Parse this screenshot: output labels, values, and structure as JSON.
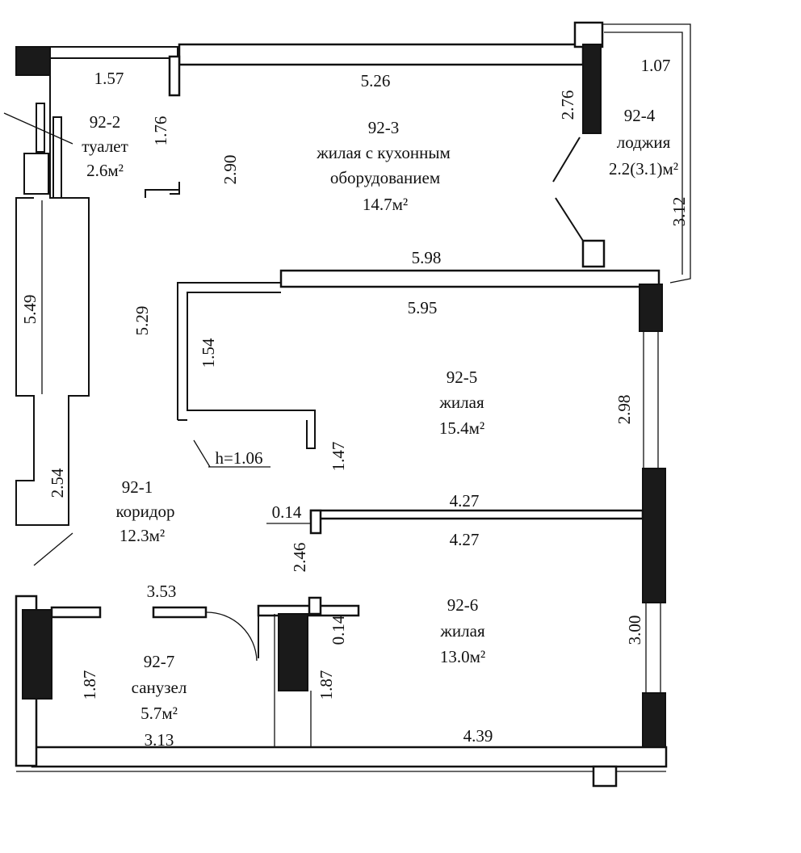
{
  "rooms": [
    {
      "id": "92-1",
      "name": "коридор",
      "area": "12.3м²"
    },
    {
      "id": "92-2",
      "name": "туалет",
      "area": "2.6м²"
    },
    {
      "id": "92-3",
      "name": "жилая с кухонным",
      "name2": "оборудованием",
      "area": "14.7м²"
    },
    {
      "id": "92-4",
      "name": "лоджия",
      "area": "2.2(3.1)м²"
    },
    {
      "id": "92-5",
      "name": "жилая",
      "area": "15.4м²"
    },
    {
      "id": "92-6",
      "name": "жилая",
      "area": "13.0м²"
    },
    {
      "id": "92-7",
      "name": "санузел",
      "area": "5.7м²"
    }
  ],
  "dimensions": {
    "d157": "1.57",
    "d526": "5.26",
    "d107": "1.07",
    "d276": "2.76",
    "d176": "1.76",
    "d290": "2.90",
    "d312": "3.12",
    "d598": "5.98",
    "d595": "5.95",
    "d549": "5.49",
    "d529": "5.29",
    "d154": "1.54",
    "d298": "2.98",
    "h106": "h=1.06",
    "d147": "1.47",
    "d254": "2.54",
    "d014a": "0.14",
    "d427a": "4.27",
    "d427b": "4.27",
    "d246": "2.46",
    "d353": "3.53",
    "d014b": "0.14",
    "d300": "3.00",
    "d187a": "1.87",
    "d187b": "1.87",
    "d313": "3.13",
    "d439": "4.39"
  }
}
